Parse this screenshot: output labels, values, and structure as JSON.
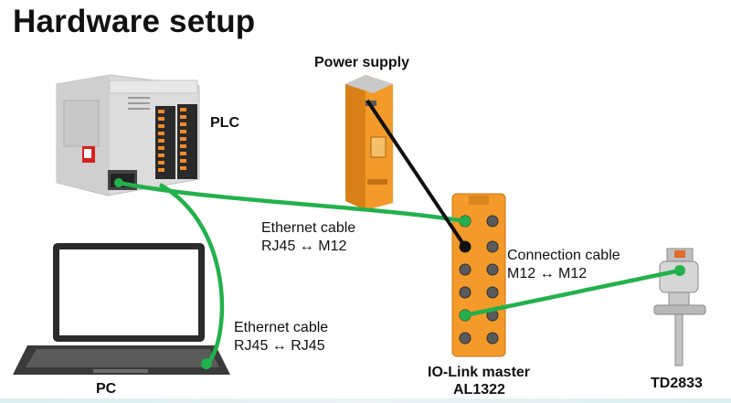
{
  "title": "Hardware setup",
  "devices": {
    "plc": "PLC",
    "power_supply": "Power supply",
    "pc": "PC",
    "io_link_master_line1": "IO-Link master",
    "io_link_master_line2": "AL1322",
    "sensor": "TD2833"
  },
  "cables": {
    "plc_to_master": {
      "line1": "Ethernet cable",
      "line2": "RJ45 ↔ M12"
    },
    "pc_to_plc": {
      "line1": "Ethernet cable",
      "line2": "RJ45 ↔ RJ45"
    },
    "master_to_sensor": {
      "line1": "Connection cable",
      "line2": "M12 ↔ M12"
    }
  },
  "colors": {
    "ethernet_cable": "#22b14c",
    "power_cable": "#111111",
    "io_link_master_body": "#f39a2b",
    "power_supply_body": "#f08a1c"
  },
  "icons": [
    "plc-icon",
    "power-supply-icon",
    "laptop-icon",
    "io-link-master-icon",
    "temperature-sensor-icon"
  ]
}
